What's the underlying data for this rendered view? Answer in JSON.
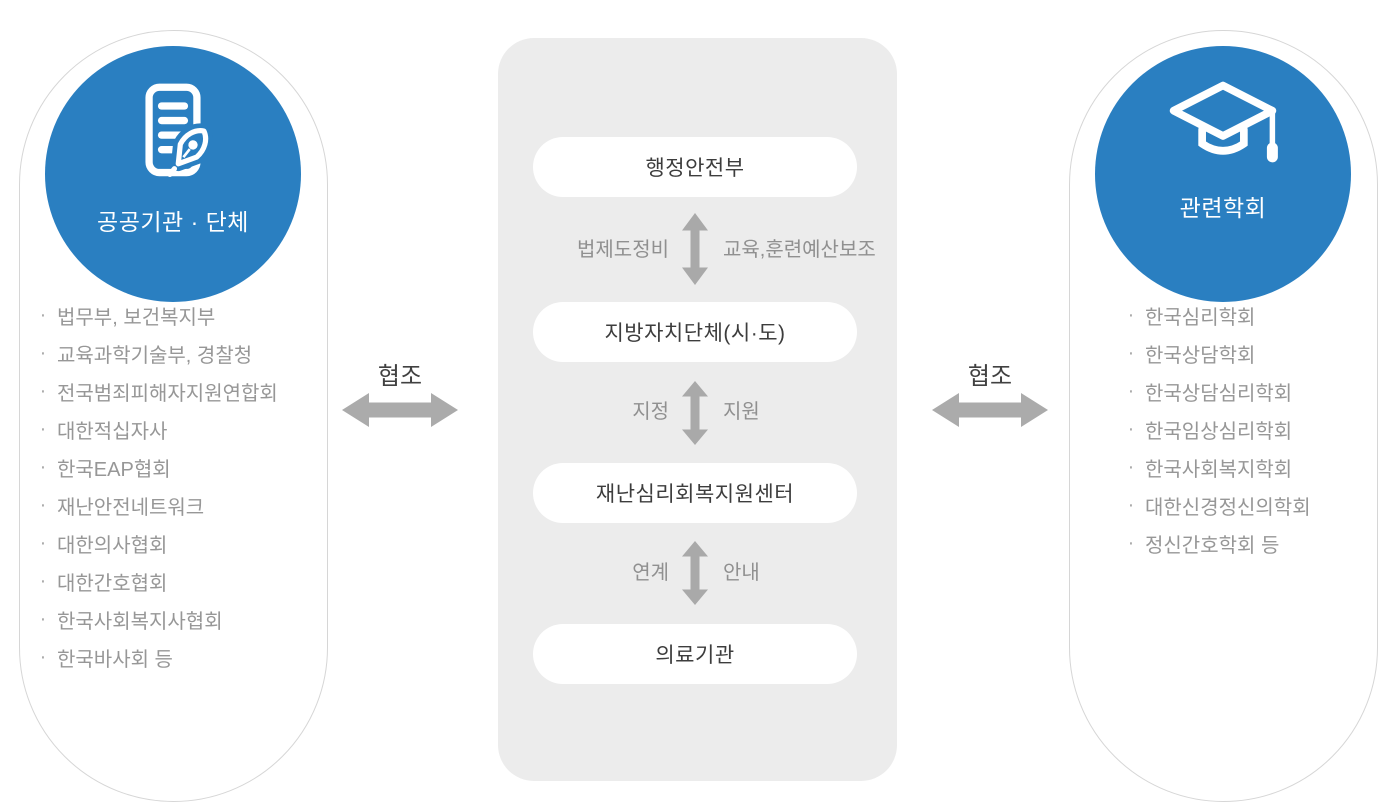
{
  "bullet_char": "·",
  "left_panel": {
    "title": "공공기관 · 단체",
    "icon": "document-pen-icon",
    "items": [
      "법무부, 보건복지부",
      "교육과학기술부, 경찰청",
      "전국범죄피해자지원연합회",
      "대한적십자사",
      "한국EAP협회",
      "재난안전네트워크",
      "대한의사협회",
      "대한간호협회",
      "한국사회복지사협회",
      "한국바사회 등"
    ]
  },
  "right_panel": {
    "title": "관련학회",
    "icon": "graduation-cap-icon",
    "items": [
      "한국심리학회",
      "한국상담학회",
      "한국상담심리학회",
      "한국임상심리학회",
      "한국사회복지학회",
      "대한신경정신의학회",
      "정신간호학회 등"
    ]
  },
  "center_flow": {
    "nodes": [
      "행정안전부",
      "지방자치단체(시·도)",
      "재난심리회복지원센터",
      "의료기관"
    ],
    "links": [
      {
        "left_label": "법제도정비",
        "right_label": "교육,훈련예산보조"
      },
      {
        "left_label": "지정",
        "right_label": "지원"
      },
      {
        "left_label": "연계",
        "right_label": "안내"
      }
    ]
  },
  "connectors": {
    "left_label": "협조",
    "right_label": "협조"
  },
  "colors": {
    "accent_blue": "#2a7fc1",
    "panel_gray": "#ececec",
    "arrow_gray": "#a9a9a9",
    "connector_gray": "#ababab"
  }
}
